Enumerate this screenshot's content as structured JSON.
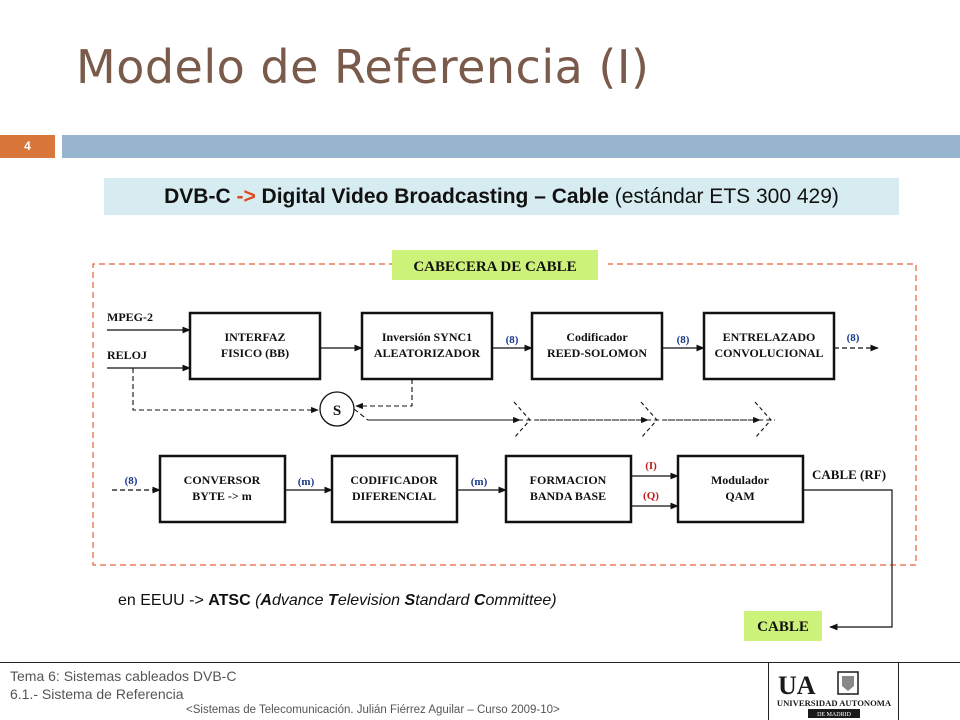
{
  "slide": {
    "title": "Modelo de Referencia (I)",
    "number": "4"
  },
  "heading": {
    "part1": "DVB-C ",
    "arrow": "->",
    "part2": " Digital Video Broadcasting – Cable",
    "part3": " (estándar ETS 300 429)"
  },
  "diagram": {
    "headend_label": "CABECERA DE CABLE",
    "inputs": [
      "MPEG-2",
      "RELOJ"
    ],
    "row1_blocks": [
      {
        "line1": "INTERFAZ",
        "line2": "FISICO (BB)"
      },
      {
        "line1": "Inversión SYNC1",
        "line2": "ALEATORIZADOR"
      },
      {
        "line1": "Codificador",
        "line2": "REED-SOLOMON"
      },
      {
        "line1": "ENTRELAZADO",
        "line2": "CONVOLUCIONAL"
      }
    ],
    "row1_signals": [
      "(8)",
      "(8)",
      "(8)"
    ],
    "sync_symbol": "S",
    "row2_input_signal": "(8)",
    "row2_blocks": [
      {
        "line1": "CONVERSOR",
        "line2": "BYTE -> m"
      },
      {
        "line1": "CODIFICADOR",
        "line2": "DIFERENCIAL"
      },
      {
        "line1": "FORMACION",
        "line2": "BANDA BASE"
      },
      {
        "line1": "Modulador",
        "line2": "QAM"
      }
    ],
    "row2_signals": [
      "(m)",
      "(m)"
    ],
    "iq_signals": [
      "(I)",
      "(Q)"
    ],
    "output_label": "CABLE (RF)",
    "cable_label": "CABLE"
  },
  "note": {
    "prefix": "en EEUU -> ",
    "atsc": "ATSC",
    "open": " (",
    "a": "A",
    "w1": "dvance ",
    "t": "T",
    "w2": "elevision ",
    "s": "S",
    "w3": "tandard ",
    "c": "C",
    "w4": "ommittee)"
  },
  "footer": {
    "line1": "Tema 6: Sistemas cableados DVB-C",
    "line2": "6.1.- Sistema de Referencia",
    "line3": "<Sistemas de Telecomunicación. Julián Fiérrez Aguilar – Curso 2009-10>",
    "logo_mark": "UA",
    "logo_text": "UNIVERSIDAD AUTONOMA",
    "logo_sub": "DE MADRID"
  },
  "colors": {
    "title": "#7a5a4a",
    "accent_orange": "#d9773a",
    "bar_blue": "#98b5cf",
    "heading_bg": "#d7ecf1",
    "label_green": "#ccf27a",
    "dashed_frame": "#e8603a",
    "signal_blue": "#1a3a8a",
    "iq_red": "#c21a1a"
  }
}
